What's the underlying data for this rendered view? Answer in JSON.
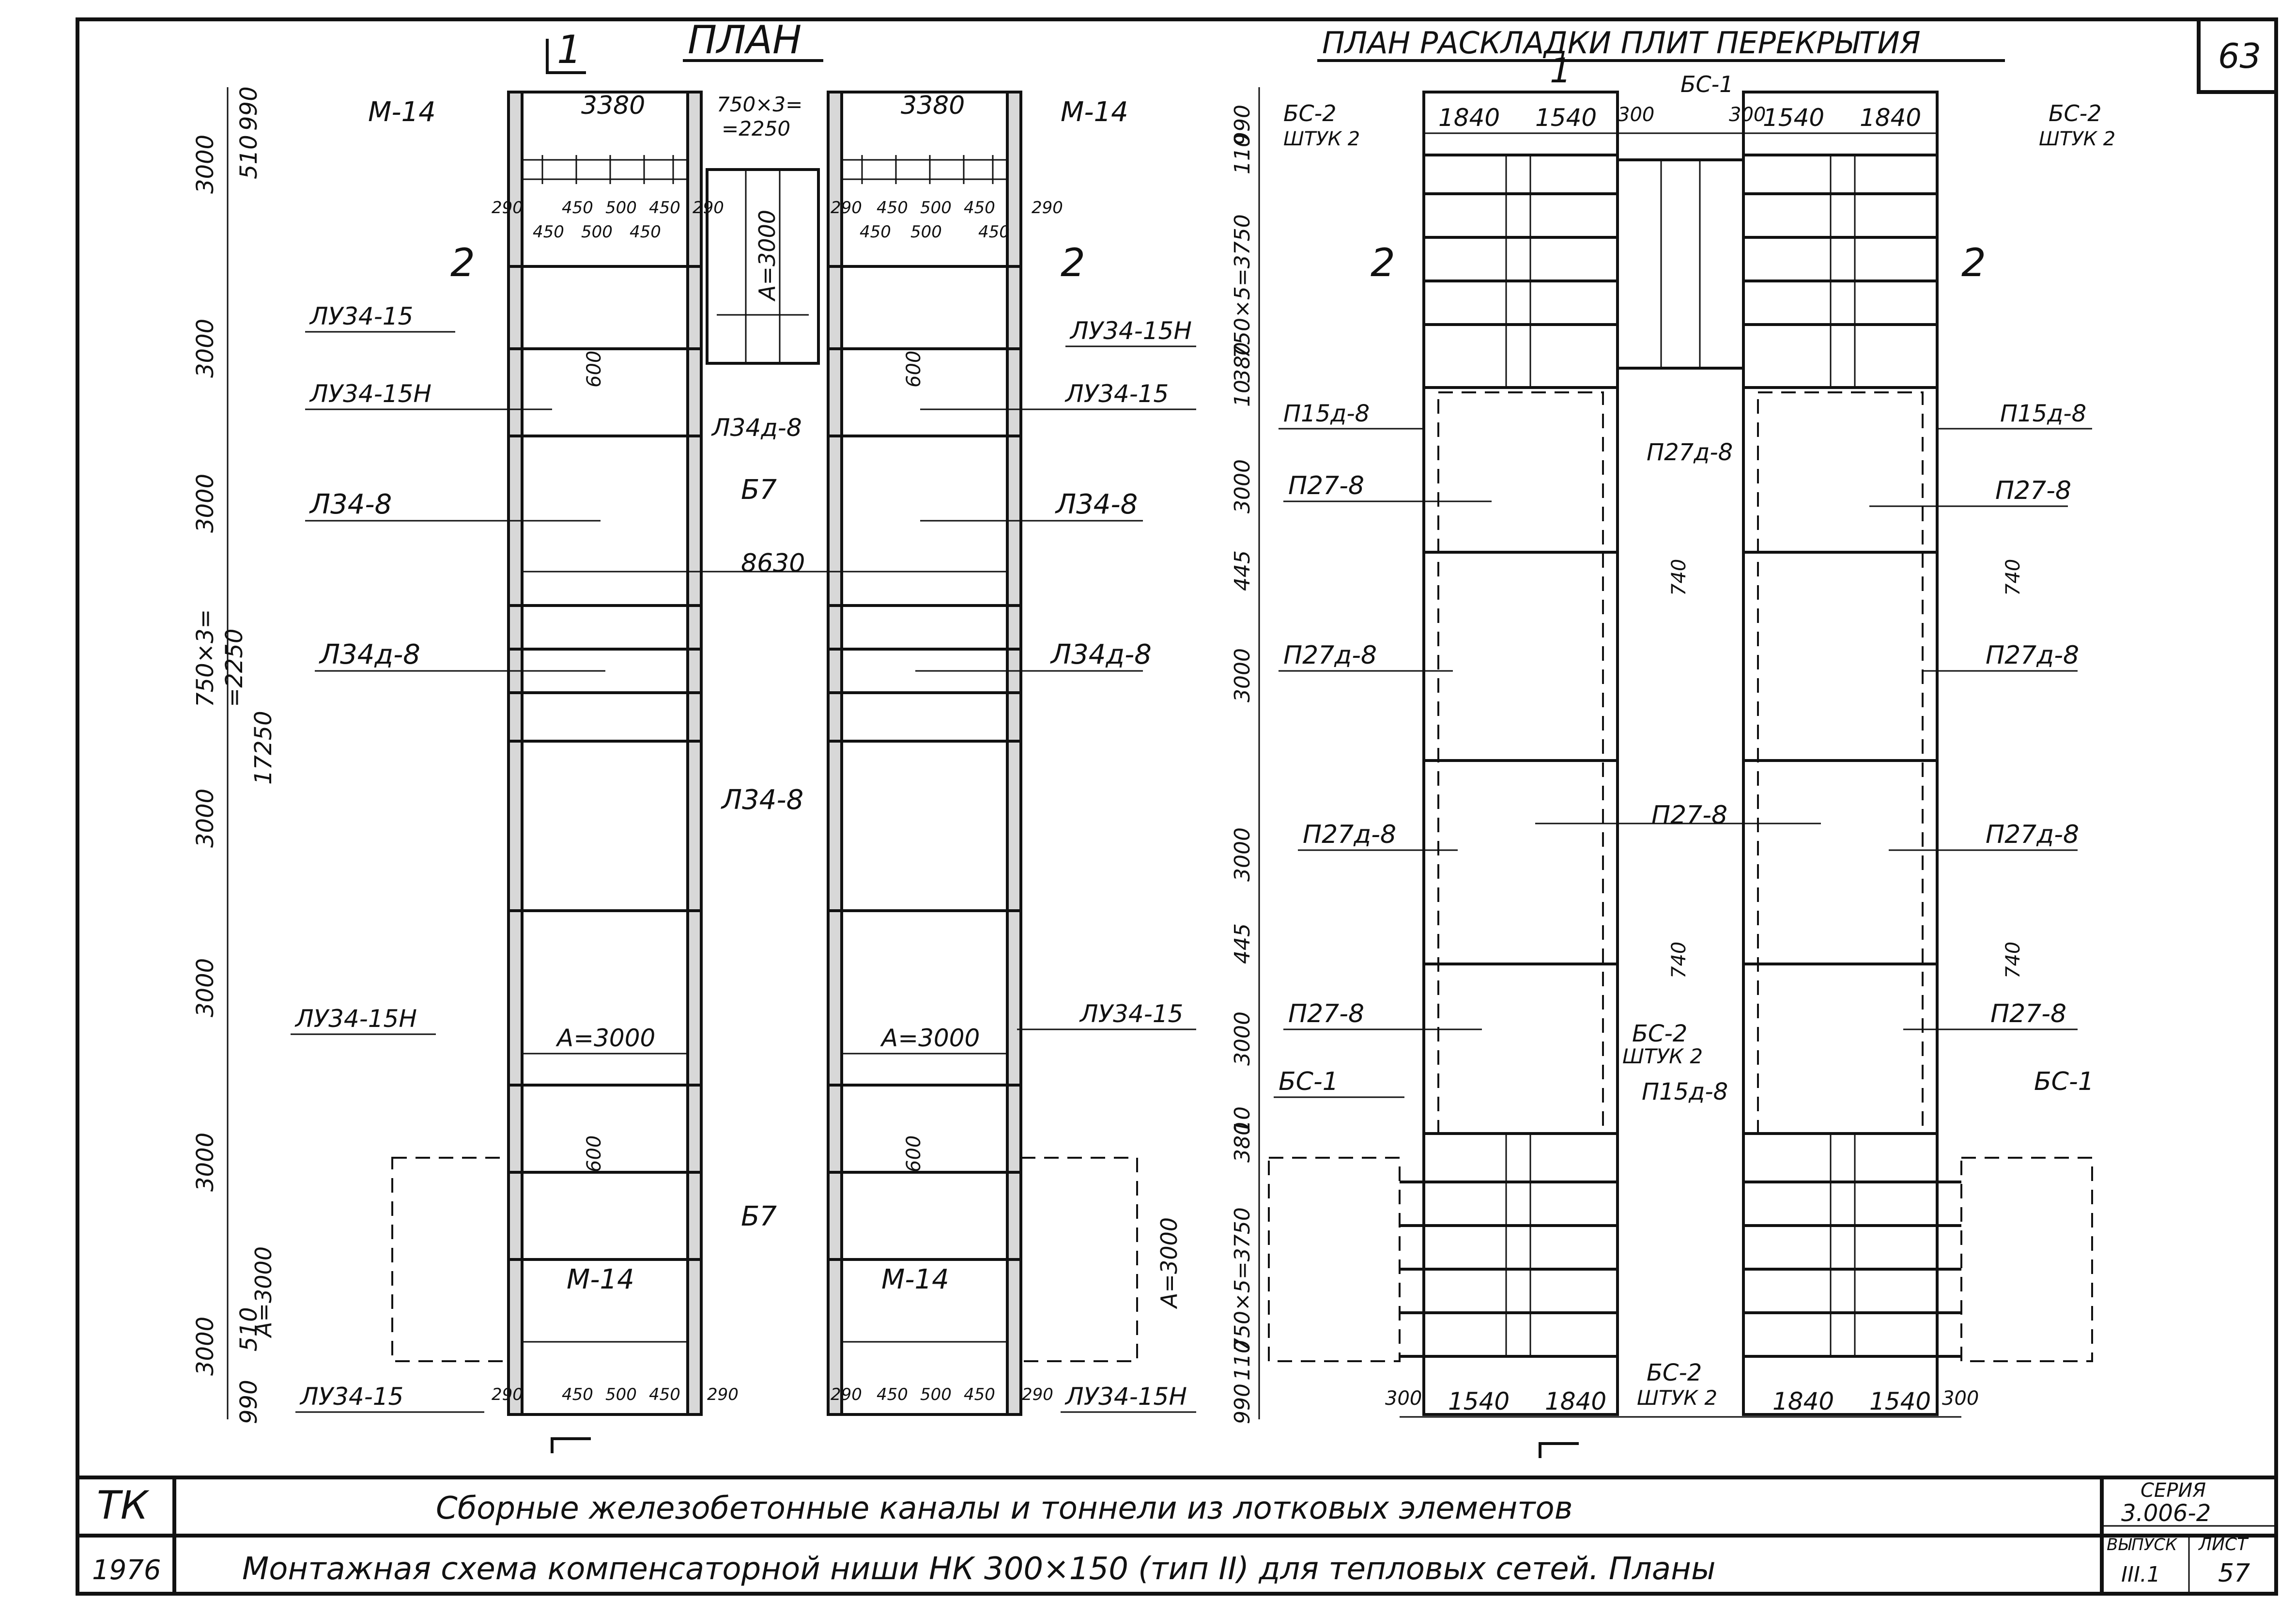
{
  "sheet": {
    "page_number": "63",
    "title_left": "ПЛАН",
    "title_right": "ПЛАН РАСКЛАДКИ ПЛИТ ПЕРЕКРЫТИЯ"
  },
  "section_marks": {
    "s1": "1",
    "s2": "2"
  },
  "left_plan": {
    "top_width_left": "3380",
    "top_width_right": "3380",
    "gap_dim_a": "750×3=",
    "gap_dim_b": "=2250",
    "a3000": "А=3000",
    "dim_8630": "8630",
    "offset_600": "600",
    "rod_spacing_top": [
      "290",
      "450",
      "500",
      "450",
      "290"
    ],
    "rod_spacing_bottom": [
      "450",
      "500",
      "450"
    ],
    "labels": {
      "m14": "М-14",
      "lu3415": "ЛУ34-15",
      "lu3415n": "ЛУ34-15Н",
      "l34d8": "Л34д-8",
      "l348": "Л34-8",
      "b7": "Б7"
    },
    "left_dims": [
      "990",
      "510",
      "3000",
      "3000",
      "3000",
      "3000",
      "750×3=",
      "=2250",
      "17250",
      "3000",
      "3000",
      "3000",
      "А=3000",
      "3000",
      "510",
      "990"
    ]
  },
  "right_plan": {
    "top_dims": [
      "1840",
      "1540",
      "300",
      "300",
      "1540",
      "1840"
    ],
    "bottom_dims": [
      "300",
      "1540",
      "1840",
      "1840",
      "1540",
      "300"
    ],
    "left_dims": [
      "110",
      "990",
      "750×5=3750",
      "380",
      "10",
      "3000",
      "445",
      "3000",
      "3000",
      "445",
      "3000",
      "10",
      "380",
      "750×5=3750",
      "110",
      "990"
    ],
    "dim_740": "740",
    "labels": {
      "bs2": "БС-2",
      "bs2_qty": "ШТУК 2",
      "bs1": "БС-1",
      "p15d8": "П15д-8",
      "p27d8": "П27д-8",
      "p278": "П27-8"
    }
  },
  "title_block": {
    "code": "ТК",
    "year": "1976",
    "line1": "Сборные железобетонные каналы и тоннели из лотковых элементов",
    "line2": "Монтажная схема компенсаторной ниши НК 300×150 (тип II) для тепловых сетей. Планы",
    "series_label": "СЕРИЯ",
    "series_value": "3.006-2",
    "issue_label": "ВЫПУСК",
    "issue_value": "III.1",
    "sheet_label": "ЛИСТ",
    "sheet_value": "57"
  }
}
